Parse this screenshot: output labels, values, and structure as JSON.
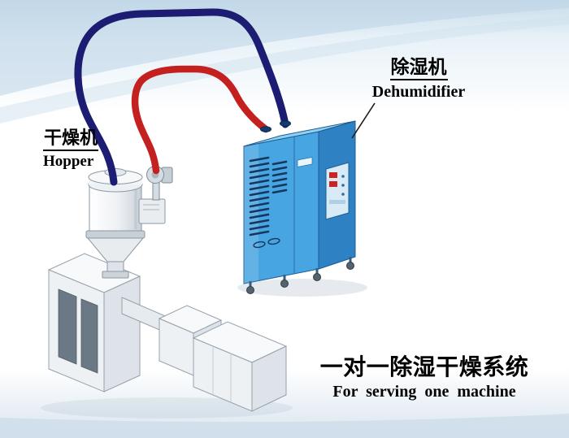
{
  "labels": {
    "dehumidifier": {
      "zh": "除湿机",
      "en": "Dehumidifier"
    },
    "hopper": {
      "zh": "干燥机",
      "en": "Hopper"
    }
  },
  "caption": {
    "zh": "一对一除湿干燥系统",
    "en": "For serving one machine"
  },
  "colors": {
    "hose_red": "#c52020",
    "hose_blue": "#1b1c72",
    "machine_front": "#47a5e2",
    "machine_side": "#2e82c4",
    "machine_top": "#8fd0f2"
  }
}
